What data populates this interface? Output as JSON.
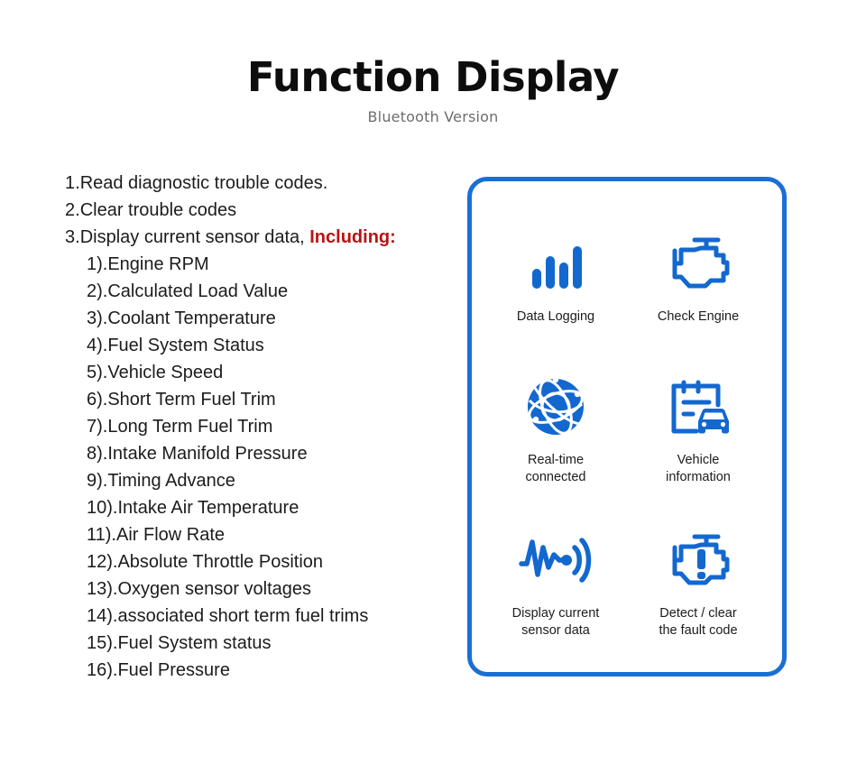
{
  "header": {
    "title": "Function Display",
    "subtitle": "Bluetooth Version"
  },
  "colors": {
    "accent_blue": "#1a6fd4",
    "icon_blue": "#1368cf",
    "emphasis_red": "#b81414",
    "subtitle_gray": "#6d6d6d",
    "text_black": "#1c1c1c",
    "background": "#ffffff"
  },
  "features": {
    "main": [
      {
        "num": "1.",
        "text": "Read diagnostic trouble codes."
      },
      {
        "num": "2.",
        "text": "Clear trouble codes"
      },
      {
        "num": "3.",
        "text": "Display current sensor data, ",
        "emphasis": "Including:"
      }
    ],
    "sub": [
      {
        "num": "1).",
        "text": "Engine RPM"
      },
      {
        "num": "2).",
        "text": "Calculated Load Value"
      },
      {
        "num": "3).",
        "text": "Coolant Temperature"
      },
      {
        "num": "4).",
        "text": "Fuel System Status"
      },
      {
        "num": "5).",
        "text": "Vehicle Speed"
      },
      {
        "num": "6).",
        "text": "Short Term Fuel Trim"
      },
      {
        "num": "7).",
        "text": "Long Term Fuel Trim"
      },
      {
        "num": "8).",
        "text": "Intake Manifold Pressure"
      },
      {
        "num": "9).",
        "text": "Timing Advance"
      },
      {
        "num": "10).",
        "text": "Intake Air Temperature"
      },
      {
        "num": "11).",
        "text": "Air Flow Rate"
      },
      {
        "num": "12).",
        "text": "Absolute Throttle Position"
      },
      {
        "num": "13).",
        "text": "Oxygen sensor voltages"
      },
      {
        "num": "14).",
        "text": "associated short term fuel trims"
      },
      {
        "num": "15).",
        "text": "Fuel System status"
      },
      {
        "num": "16).",
        "text": "Fuel Pressure"
      }
    ]
  },
  "icon_panel": {
    "items": [
      {
        "icon": "bar-chart-icon",
        "caption": "Data Logging"
      },
      {
        "icon": "check-engine-icon",
        "caption": "Check Engine"
      },
      {
        "icon": "network-globe-icon",
        "caption": "Real-time\nconnected"
      },
      {
        "icon": "clipboard-car-icon",
        "caption": "Vehicle\ninformation"
      },
      {
        "icon": "waveform-signal-icon",
        "caption": "Display current\nsensor data"
      },
      {
        "icon": "engine-warning-icon",
        "caption": "Detect / clear\nthe fault code"
      }
    ]
  }
}
